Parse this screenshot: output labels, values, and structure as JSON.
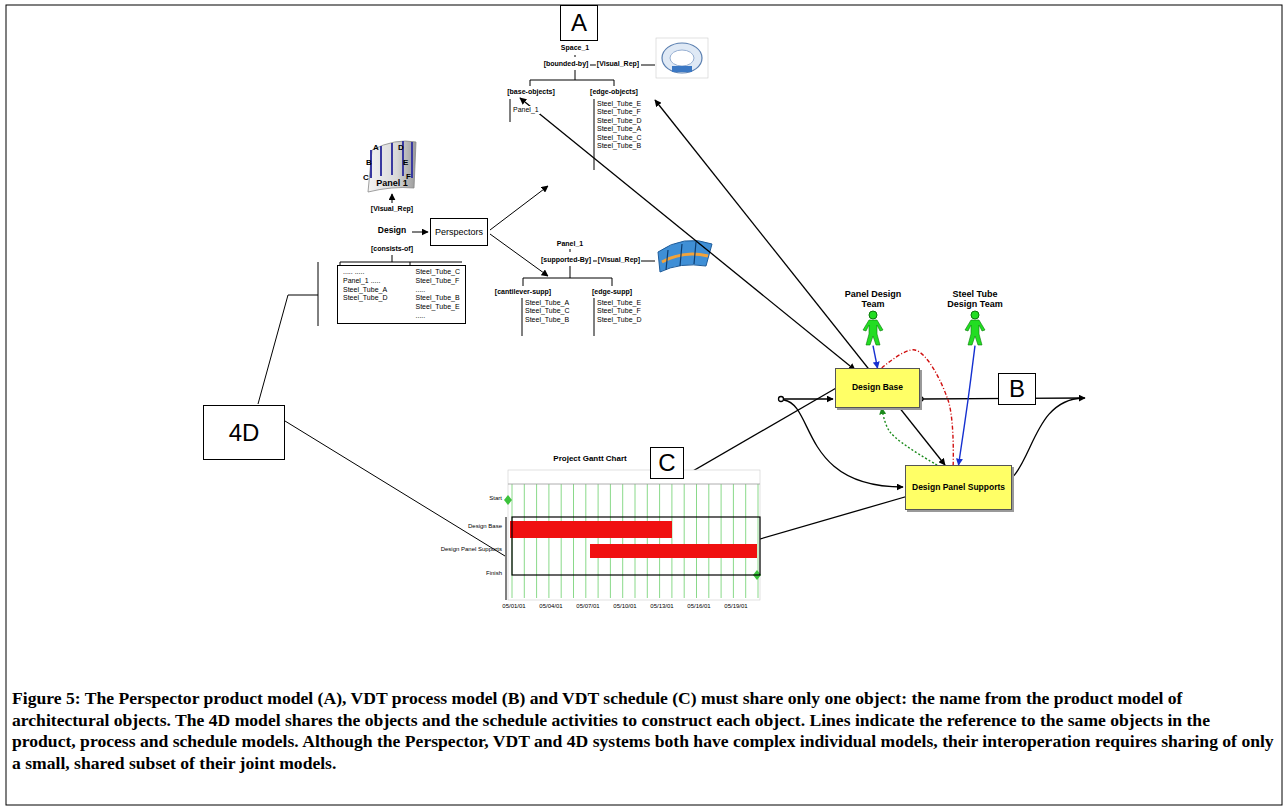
{
  "diagram": {
    "caption": "Figure 5: The Perspector product model (A), VDT process model (B) and VDT schedule (C) must share only one object: the name from the product model of architectural objects. The 4D model shares the objects and the schedule activities to construct each object. Lines indicate the reference to the same objects in the product, process and schedule models. Although the Perspector, VDT and 4D systems both have complex individual models, their interoperation requires sharing of only a small, shared subset of their joint models.",
    "nodes": [
      {
        "text": [
          "A"
        ]
      },
      {
        "text": [
          "..... ..... Panel_1 ..... Steel_Tube_A Steel_Tube_D",
          "Steel_Tube_C Steel_Tube_F ..... Steel_Tube_B Steel_Tube_E ....."
        ]
      },
      {
        "text": [
          "Perspectors"
        ]
      },
      {
        "text": [
          "4D"
        ]
      },
      {
        "text": [
          "Panel Design Team"
        ]
      },
      {
        "text": [
          "Steel Tube Design Team"
        ]
      },
      {
        "text": [
          "B"
        ]
      },
      {
        "text": [
          "Design Base"
        ]
      },
      {
        "text": [
          "C"
        ]
      },
      {
        "text": [
          "Design Panel Supports"
        ]
      }
    ],
    "edges": [
      {
        "from": 4,
        "to": 7,
        "arrow": "to"
      },
      {
        "from": 5,
        "to": 9,
        "arrow": "to"
      },
      {
        "from": 7,
        "to": 9,
        "arrow": "none"
      },
      {
        "from": 9,
        "to": 7,
        "arrow": "to"
      }
    ],
    "labels": [
      "A",
      "D",
      "B",
      "E",
      "C",
      "F",
      "Panel 1",
      "[Visual_Rep]",
      "Design",
      "[consists-of]",
      "Space_1",
      "[bounded-by]",
      "[Visual_Rep]",
      "[base-objects]",
      "[edge-objects]",
      "Panel_1",
      "Steel_Tube_E Steel_Tube_F Steel_Tube_D Steel_Tube_A Steel_Tube_C Steel_Tube_B",
      "Panel_1",
      "[supported-By]",
      "[Visual_Rep]",
      "[cantilever-supp]",
      "[edge-supp]",
      "Steel_Tube_A Steel_Tube_C Steel_Tube_B",
      "Steel_Tube_E Steel_Tube_F Steel_Tube_D",
      "Project Gantt Chart",
      "Start",
      "Design Base",
      "Design Panel Supports",
      "Finish",
      "05/01/01",
      "05/04/01",
      "05/07/01",
      "05/10/01",
      "05/13/01",
      "05/16/01",
      "05/19/01"
    ]
  }
}
